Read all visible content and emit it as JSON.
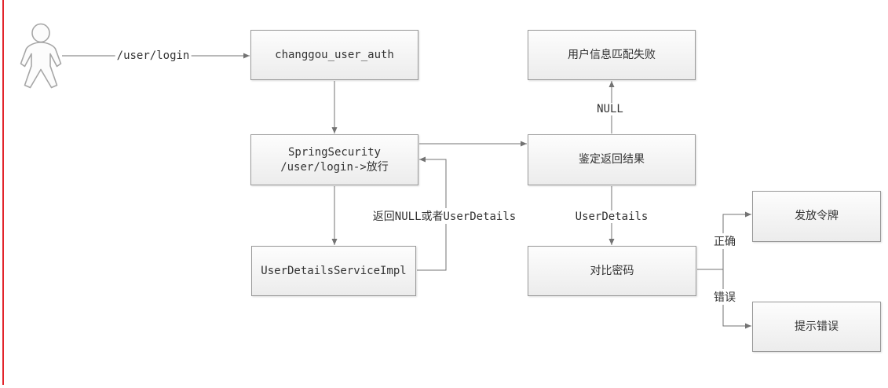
{
  "page": {
    "background_color": "#ffffff",
    "left_red_line_color": "#e2242b"
  },
  "diagram": {
    "type": "flowchart",
    "actor": {
      "name": "user",
      "shape": "person-outline"
    },
    "nodes": {
      "changgou_user_auth": {
        "label": "changgou_user_auth"
      },
      "spring_security": {
        "line1": "SpringSecurity",
        "line2": "/user/login->放行"
      },
      "user_details_service_impl": {
        "label": "UserDetailsServiceImpl"
      },
      "user_info_match_fail": {
        "label": "用户信息匹配失败"
      },
      "auth_return_result": {
        "label": "鉴定返回结果"
      },
      "compare_password": {
        "label": "对比密码"
      },
      "issue_token": {
        "label": "发放令牌"
      },
      "prompt_error": {
        "label": "提示错误"
      }
    },
    "edge_labels": {
      "user_login": "/user/login",
      "null_result": "NULL",
      "user_details": "UserDetails",
      "return_null_or_userdetails": "返回NULL或者UserDetails",
      "correct": "正确",
      "wrong": "错误"
    },
    "colors": {
      "node_fill_top": "#fdfdfd",
      "node_fill_bottom": "#ececec",
      "node_border": "#999999",
      "edge_stroke": "#737373",
      "text": "#333333"
    }
  }
}
